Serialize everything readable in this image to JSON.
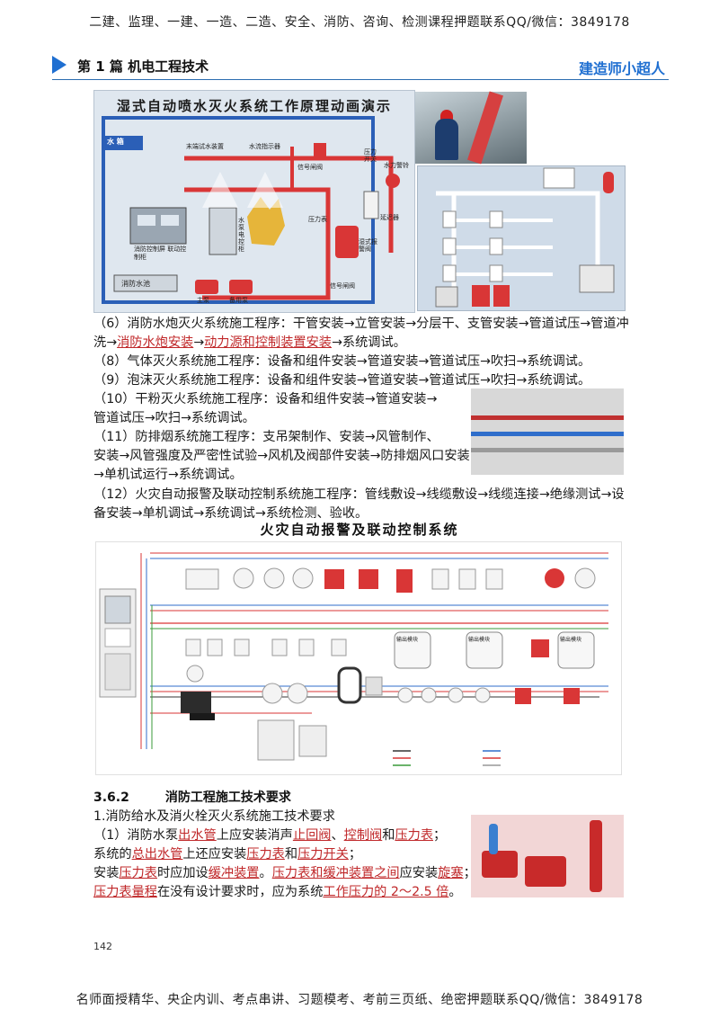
{
  "header": {
    "banner": "二建、监理、一建、一造、二造、安全、消防、咨询、检测课程押题联系QQ/微信：3849178",
    "chapter": "第 1 篇  机电工程技术",
    "brand": "建造师小超人"
  },
  "figure1": {
    "title": "湿式自动喷水灭火系统工作原理动画演示",
    "labels": {
      "tank": "水 箱",
      "test_device": "末端试水装置",
      "flow_indicator": "水流指示器",
      "signal_valve": "信号闸阀",
      "pressure_switch": "压力开关",
      "alarm_bell": "水力警铃",
      "control_panel": "消防控制屏 联动控制柜",
      "pump_controller": "水泵电控柜",
      "pressure_gauge": "压力表",
      "alarm_valve": "湿式报警阀",
      "delay_device": "延迟器",
      "signal_valve2": "信号闸阀",
      "pool": "消防水池",
      "main_pump": "主泵",
      "standby_pump": "备用泵"
    }
  },
  "paragraphs": {
    "p6_a": "（6）消防水炮灭火系统施工程序：干管安装→立管安装→分层干、支管安装→管道试压→管道冲",
    "p6_b1": "洗→",
    "p6_b2": "消防水炮安装",
    "p6_b3": "→",
    "p6_b4": "动力源和控制装置安装",
    "p6_b5": "→系统调试。",
    "p8": "（8）气体灭火系统施工程序：设备和组件安装→管道安装→管道试压→吹扫→系统调试。",
    "p9": "（9）泡沫灭火系统施工程序：设备和组件安装→管道安装→管道试压→吹扫→系统调试。",
    "p10_a": "（10）干粉灭火系统施工程序：设备和组件安装→管道安装→",
    "p10_b": "管道试压→吹扫→系统调试。",
    "p11_a": "（11）防排烟系统施工程序：支吊架制作、安装→风管制作、",
    "p11_b": "安装→风管强度及严密性试验→风机及阀部件安装→防排烟风口安装",
    "p11_c": "→单机试运行→系统调试。",
    "p12_a": "（12）火灾自动报警及联动控制系统施工程序：管线敷设→线缆敷设→线缆连接→绝缘测试→设",
    "p12_b": "备安装→单机调试→系统调试→系统检测、验收。"
  },
  "figure4": {
    "title": "火灾自动报警及联动控制系统",
    "module_label": "输出模块"
  },
  "section": {
    "number": "3.6.2",
    "title": "消防工程施工技术要求",
    "sub1": "1.消防给水及消火栓灭火系统施工技术要求",
    "l1_1": "（1）消防水泵",
    "l1_2": "出水管",
    "l1_3": "上应安装消声",
    "l1_4": "止回阀",
    "l1_5": "、",
    "l1_6": "控制阀",
    "l1_7": "和",
    "l1_8": "压力表",
    "l1_9": "；",
    "l2_1": "系统的",
    "l2_2": "总出水管",
    "l2_3": "上还应安装",
    "l2_4": "压力表",
    "l2_5": "和",
    "l2_6": "压力开关",
    "l2_7": "；",
    "l3_1": "安装",
    "l3_2": "压力表",
    "l3_3": "时应加设",
    "l3_4": "缓冲装置",
    "l3_5": "。",
    "l3_6": "压力表和缓冲装置之间",
    "l3_7": "应安装",
    "l3_8": "旋塞",
    "l3_9": "；",
    "l4_1": "压力表量程",
    "l4_2": "在没有设计要求时，应为系统",
    "l4_3": "工作压力的 2～2.5 倍",
    "l4_4": "。"
  },
  "footer": {
    "page": "142",
    "banner": "名师面授精华、央企内训、考点串讲、习题模考、考前三页纸、绝密押题联系QQ/微信：3849178"
  }
}
